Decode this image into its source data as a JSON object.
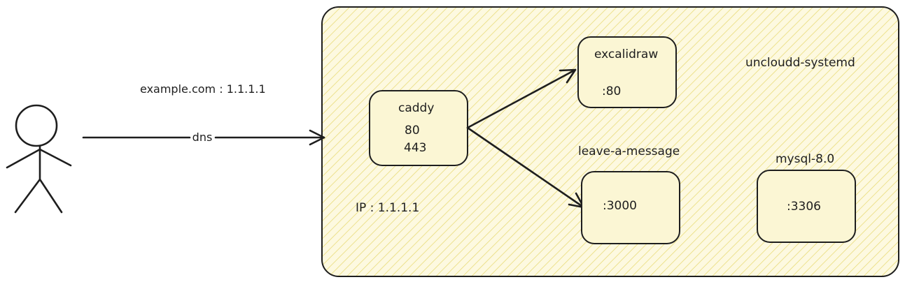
{
  "diagram": {
    "user_domain_label": "example.com : 1.1.1.1",
    "dns_label": "dns",
    "server": {
      "name": "uncloudd-systemd",
      "ip_label": "IP : 1.1.1.1"
    },
    "caddy": {
      "name": "caddy",
      "port_1": "80",
      "port_2": "443"
    },
    "excalidraw": {
      "name": "excalidraw",
      "port": ":80"
    },
    "leave_a_message": {
      "name": "leave-a-message",
      "port": ":3000"
    },
    "mysql": {
      "name": "mysql-8.0",
      "port": ":3306"
    },
    "colors": {
      "server_fill": "#fbf6d4",
      "hatch": "#e9dc7a",
      "stroke": "#1e1e1e"
    }
  }
}
